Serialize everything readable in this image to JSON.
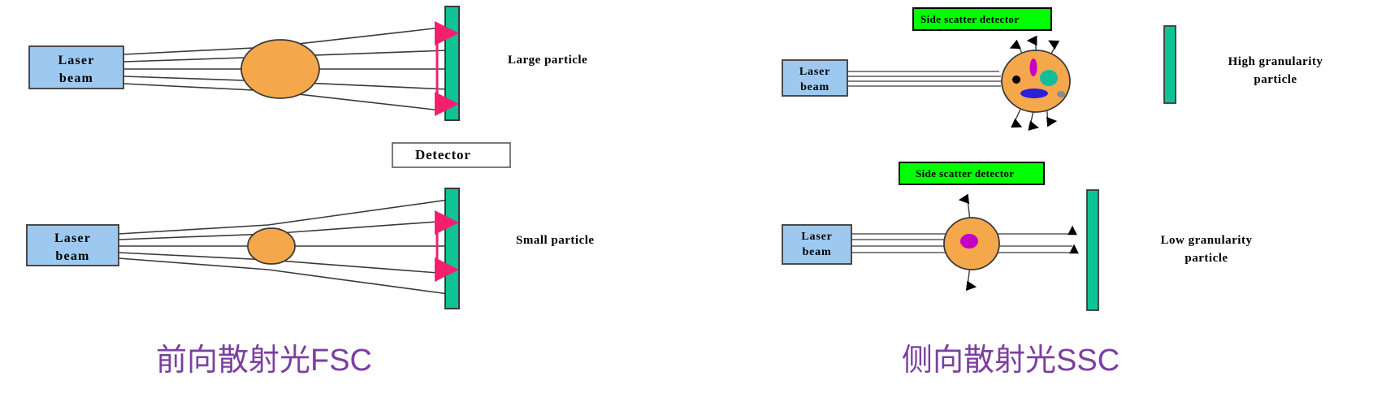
{
  "figure": {
    "title": "Flow cytometry light scatter principle",
    "background": "#ffffff"
  },
  "colors": {
    "laser_box_fill": "#9DC9F0",
    "laser_box_stroke": "#4A4A4A",
    "particle_fill": "#F5A74C",
    "particle_stroke": "#3A3A3A",
    "detector_bar_fill": "#0FC395",
    "detector_bar_stroke": "#3A3A3A",
    "side_detector_fill": "#00FF00",
    "side_detector_stroke": "#000000",
    "arrow_magenta": "#F4206E",
    "beam_line": "#3A3A3A",
    "organelle_magenta": "#C400C4",
    "organelle_teal": "#12BE9A",
    "organelle_blue": "#2B1FD8",
    "organelle_black": "#000000",
    "organelle_gray": "#8A8A8A",
    "caption_purple": "#7B3FA0"
  },
  "panels": {
    "fsc": {
      "caption": "前向散射光FSC",
      "detector_box_label": "Detector",
      "rows": [
        {
          "id": "large-particle",
          "laser_label": "Laser\nbeam",
          "right_label": "Large particle",
          "particle_size": "large",
          "scatter_spread": "wide"
        },
        {
          "id": "small-particle",
          "laser_label": "Laser\nbeam",
          "right_label": "Small particle",
          "particle_size": "small",
          "scatter_spread": "narrow"
        }
      ]
    },
    "ssc": {
      "caption": "侧向散射光SSC",
      "rows": [
        {
          "id": "high-granularity",
          "laser_label": "Laser\nbeam",
          "side_detector_label": "Side scatter detector",
          "right_label": "High granularity\nparticle",
          "granularity": "high",
          "organelles": [
            {
              "name": "magenta-rod",
              "color": "#C400C4"
            },
            {
              "name": "teal-oval",
              "color": "#12BE9A"
            },
            {
              "name": "blue-oval",
              "color": "#2B1FD8"
            },
            {
              "name": "black-dot",
              "color": "#000000"
            },
            {
              "name": "gray-dot",
              "color": "#8A8A8A"
            }
          ],
          "scatter_arrows": 6
        },
        {
          "id": "low-granularity",
          "laser_label": "Laser\nbeam",
          "side_detector_label": "Side scatter detector",
          "right_label": "Low granularity\nparticle",
          "granularity": "low",
          "organelles": [
            {
              "name": "magenta-nucleus",
              "color": "#C400C4"
            }
          ],
          "scatter_arrows": 2
        }
      ]
    }
  }
}
